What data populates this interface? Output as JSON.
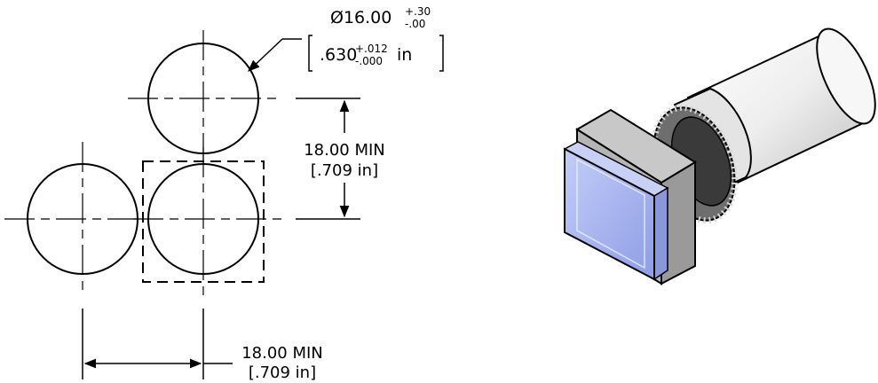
{
  "diameter": {
    "symbol": "Ø",
    "value": "16.00",
    "tol_plus": "+.30",
    "tol_minus": "-.00",
    "inch_value": ".630",
    "inch_tol_plus": "+.012",
    "inch_tol_minus": "-.000",
    "inch_unit": "in"
  },
  "spacing_vertical": {
    "mm": "18.00 MIN",
    "inch": "[.709 in]"
  },
  "spacing_horizontal": {
    "mm": "18.00 MIN",
    "inch": "[.709 in]"
  },
  "colors": {
    "lens_front": "#a9b6f3",
    "lens_side": "#8a97d8",
    "bezel_top": "#c8c8c8",
    "bezel_side": "#9a9a9a",
    "body": "#f2f2f2"
  }
}
